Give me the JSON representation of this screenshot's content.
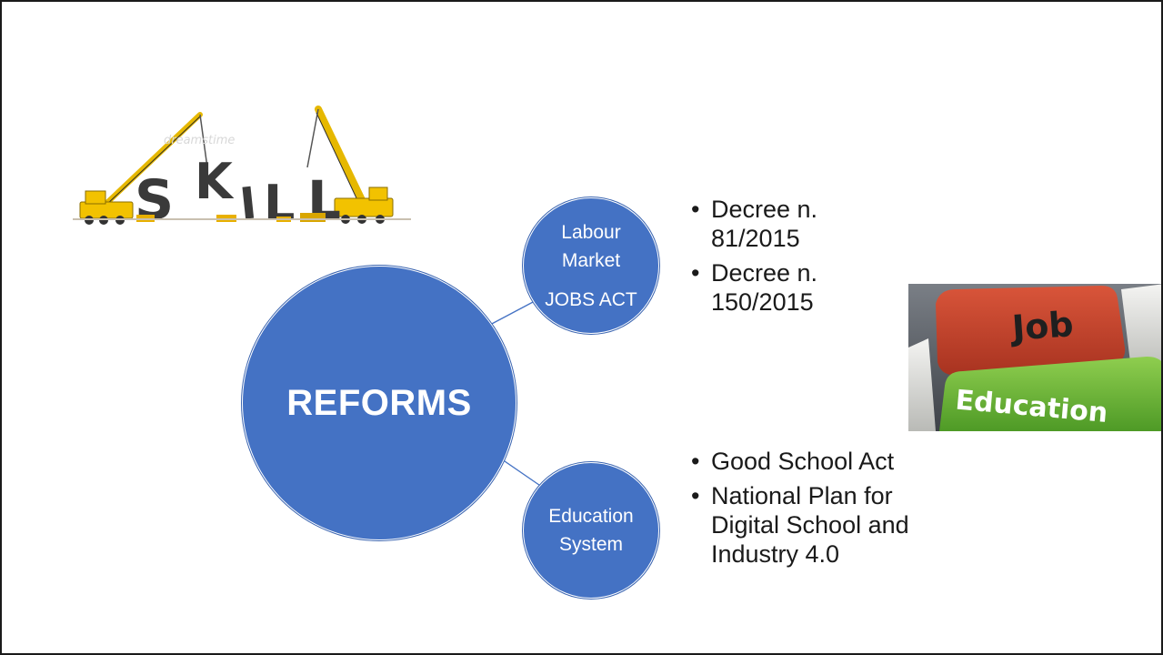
{
  "skill_image": {
    "letters": [
      "S",
      "K",
      "I",
      "L",
      "L"
    ],
    "watermark": "dreamstime"
  },
  "diagram": {
    "center": {
      "label": "REFORMS"
    },
    "branches": [
      {
        "title_lines": [
          "Labour",
          "Market"
        ],
        "subtitle": "JOBS ACT",
        "bullets": [
          "Decree n. 81/2015",
          "Decree n. 150/2015"
        ]
      },
      {
        "title_lines": [
          "Education",
          "System"
        ],
        "bullets": [
          "Good School Act",
          "National Plan for Digital School and Industry 4.0"
        ]
      }
    ]
  },
  "keyboard_image": {
    "keys": [
      "Job",
      "Education"
    ]
  },
  "colors": {
    "circle_fill": "#4472c4",
    "circle_text": "#ffffff",
    "connector": "#4472c4",
    "job_key": "#c8432c",
    "education_key": "#72b53a"
  }
}
